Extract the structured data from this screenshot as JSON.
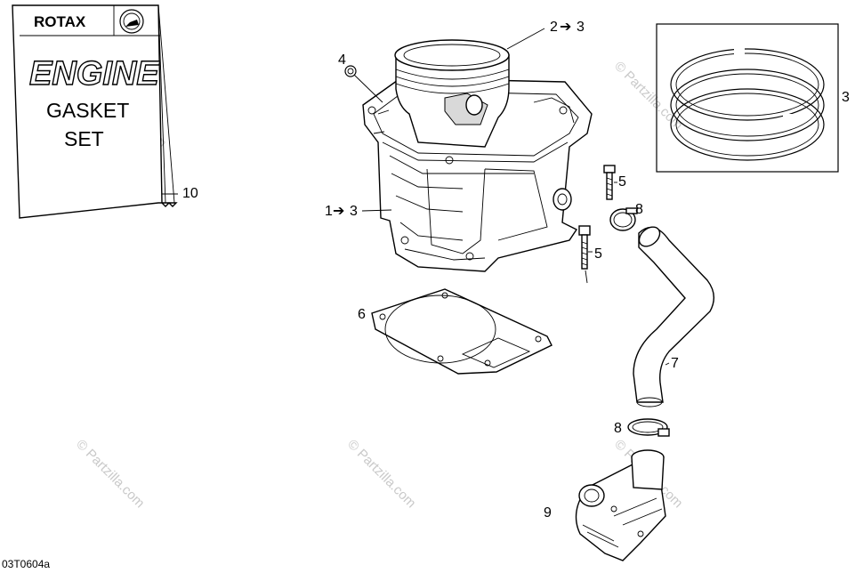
{
  "gasket_set": {
    "brand": "ROTAX",
    "line1": "ENGINE",
    "line2": "GASKET",
    "line3": "SET"
  },
  "callouts": {
    "c1": "1",
    "c1_ref": "3",
    "c2": "2",
    "c2_ref": "3",
    "c3": "3",
    "c4": "4",
    "c5a": "5",
    "c5b": "5",
    "c6": "6",
    "c7": "7",
    "c8a": "8",
    "c8b": "8",
    "c9": "9",
    "c10": "10"
  },
  "arrow_glyph": "➔",
  "figure_code": "03T0604a",
  "watermark": "© Partzilla.com"
}
